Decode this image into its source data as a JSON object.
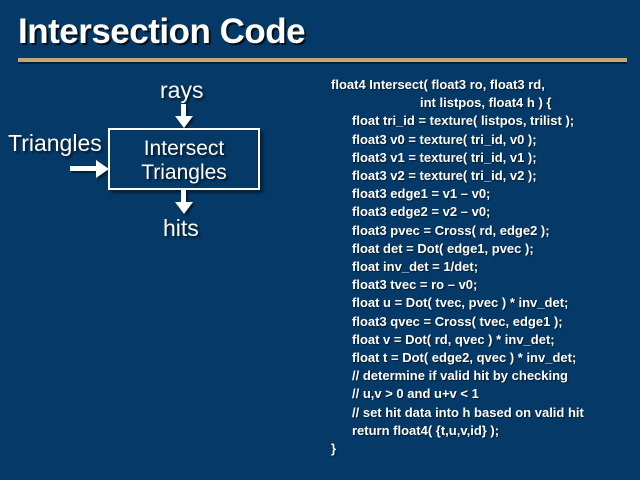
{
  "slide": {
    "title": "Intersection Code",
    "background_color": "#053A68",
    "rule_color": "#C6A972",
    "text_color": "#FFFFFF"
  },
  "diagram": {
    "input_top_label": "rays",
    "input_left_label": "Triangles",
    "output_bottom_label": "hits",
    "process_box": {
      "line1": "Intersect",
      "line2": "Triangles"
    },
    "arrows": [
      {
        "name": "rays-into-box",
        "direction": "down"
      },
      {
        "name": "triangles-into-box",
        "direction": "right"
      },
      {
        "name": "box-to-hits",
        "direction": "down"
      }
    ]
  },
  "code": {
    "language": "shader-pseudocode",
    "lines": [
      {
        "indent": 0,
        "text": "float4 Intersect( float3 ro, float3 rd,"
      },
      {
        "indent": 5,
        "text": "int listpos, float4 h ) {"
      },
      {
        "indent": 1,
        "text": "float tri_id = texture( listpos, trilist );"
      },
      {
        "indent": 1,
        "text": "float3 v0 = texture( tri_id, v0 );"
      },
      {
        "indent": 1,
        "text": "float3 v1 = texture( tri_id, v1 );"
      },
      {
        "indent": 1,
        "text": "float3 v2 = texture( tri_id, v2 );"
      },
      {
        "indent": 1,
        "text": "float3 edge1 = v1 – v0;"
      },
      {
        "indent": 1,
        "text": "float3 edge2 = v2 – v0;"
      },
      {
        "indent": 1,
        "text": "float3 pvec = Cross( rd, edge2 );"
      },
      {
        "indent": 1,
        "text": "float det = Dot( edge1, pvec );"
      },
      {
        "indent": 1,
        "text": "float inv_det = 1/det;"
      },
      {
        "indent": 1,
        "text": "float3 tvec = ro – v0;"
      },
      {
        "indent": 1,
        "text": "float u = Dot( tvec, pvec ) * inv_det;"
      },
      {
        "indent": 1,
        "text": "float3 qvec = Cross( tvec, edge1 );"
      },
      {
        "indent": 1,
        "text": "float v = Dot( rd, qvec ) * inv_det;"
      },
      {
        "indent": 1,
        "text": "float t = Dot( edge2, qvec ) * inv_det;"
      },
      {
        "indent": 1,
        "text": "// determine if valid hit by checking"
      },
      {
        "indent": 1,
        "text": "// u,v > 0 and u+v < 1"
      },
      {
        "indent": 1,
        "text": "// set hit data into h based on valid hit"
      },
      {
        "indent": 1,
        "text": "return float4( {t,u,v,id} );"
      },
      {
        "indent": 0,
        "text": "}"
      }
    ]
  }
}
